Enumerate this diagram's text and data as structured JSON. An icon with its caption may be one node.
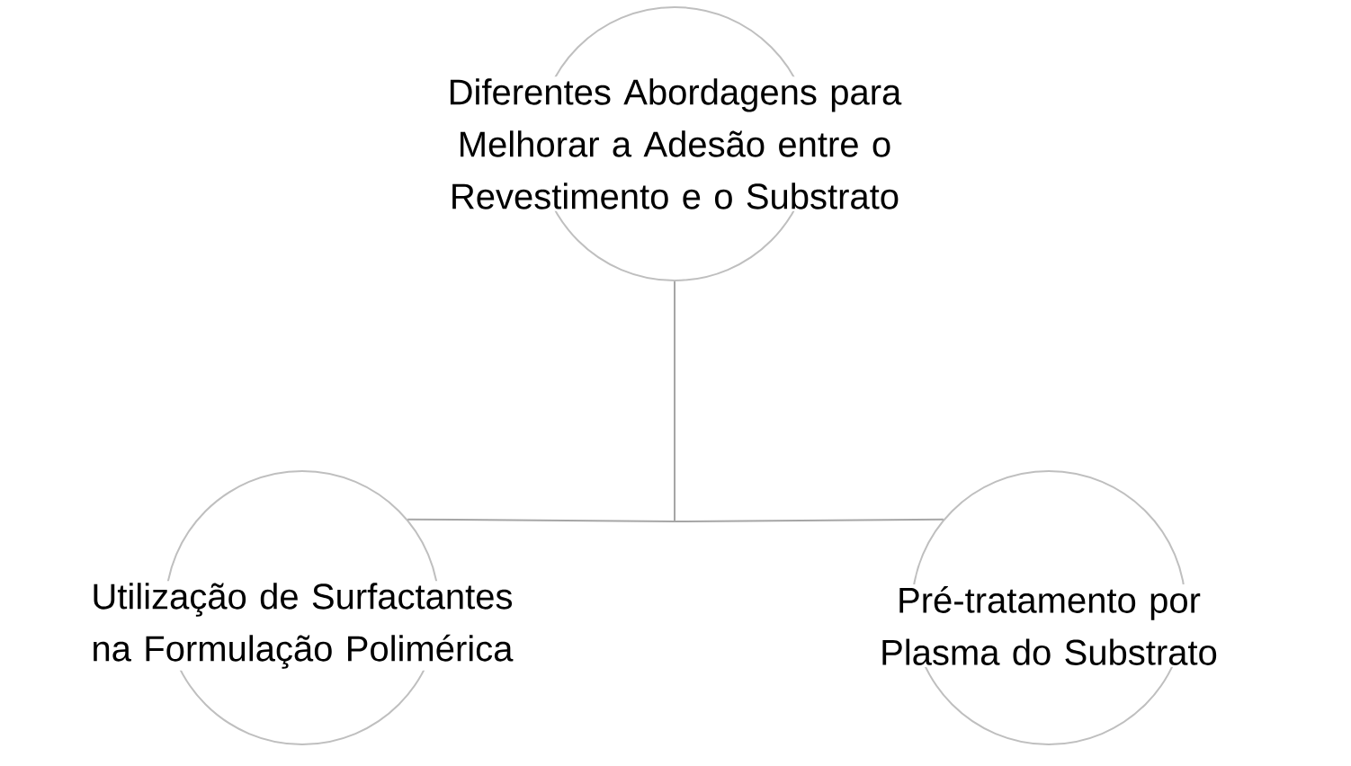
{
  "diagram": {
    "nodes": [
      {
        "text": [
          "Diferentes Abordagens para Melhorar a Adesão entre o Revestimento e o Substrato"
        ]
      },
      {
        "text": [
          "Utilização de Surfactantes na Formulação Polimérica"
        ]
      },
      {
        "text": [
          "Pré-tratamento por Plasma do Substrato"
        ]
      }
    ],
    "edges": [
      {
        "from": 0,
        "to": 1,
        "arrow": "none"
      },
      {
        "from": 0,
        "to": 2,
        "arrow": "none"
      }
    ]
  }
}
